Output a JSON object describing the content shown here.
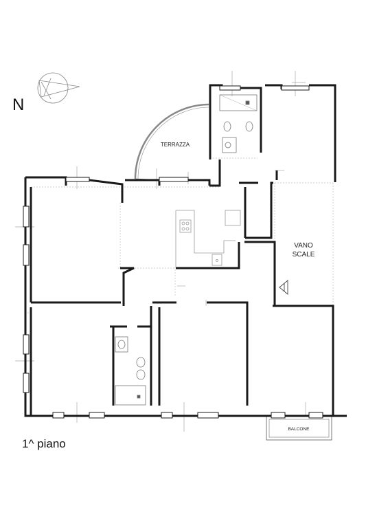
{
  "compass": {
    "north_label": "N"
  },
  "labels": {
    "terrace": "TERRAZZA",
    "stairwell_line1": "VANO",
    "stairwell_line2": "SCALE",
    "balcony": "BALCONE"
  },
  "floor_label": "1^ piano",
  "colors": {
    "wall": "#1a1a1a",
    "thin_line": "#9a9a9a",
    "dashed": "#bdbdbd",
    "fixture": "#777777"
  }
}
